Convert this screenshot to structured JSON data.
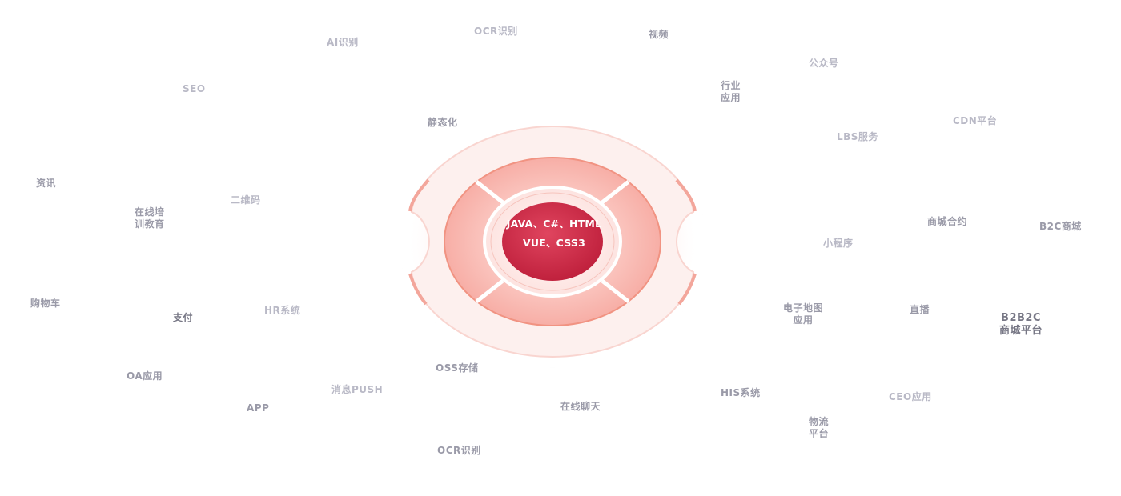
{
  "core": {
    "line1": "JAVA、C#、HTML",
    "line2": "VUE、CSS3"
  },
  "tags": [
    {
      "id": "t1",
      "line1": "OCR识别",
      "line2": ""
    },
    {
      "id": "t2",
      "line1": "AI识别",
      "line2": ""
    },
    {
      "id": "t3",
      "line1": "视频",
      "line2": ""
    },
    {
      "id": "t4",
      "line1": "公众号",
      "line2": ""
    },
    {
      "id": "t5",
      "line1": "SEO",
      "line2": ""
    },
    {
      "id": "t6",
      "line1": "行业",
      "line2": "应用"
    },
    {
      "id": "t7",
      "line1": "CDN平台",
      "line2": ""
    },
    {
      "id": "t8",
      "line1": "静态化",
      "line2": ""
    },
    {
      "id": "t9",
      "line1": "LBS服务",
      "line2": ""
    },
    {
      "id": "t10",
      "line1": "资讯",
      "line2": ""
    },
    {
      "id": "t11",
      "line1": "二维码",
      "line2": ""
    },
    {
      "id": "t12",
      "line1": "在线培",
      "line2": "训教育"
    },
    {
      "id": "t13",
      "line1": "商城合约",
      "line2": ""
    },
    {
      "id": "t14",
      "line1": "B2C商城",
      "line2": ""
    },
    {
      "id": "t15",
      "line1": "小程序",
      "line2": ""
    },
    {
      "id": "t16",
      "line1": "购物车",
      "line2": ""
    },
    {
      "id": "t17",
      "line1": "支付",
      "line2": ""
    },
    {
      "id": "t18",
      "line1": "HR系统",
      "line2": ""
    },
    {
      "id": "t19",
      "line1": "电子地图",
      "line2": "应用"
    },
    {
      "id": "t20",
      "line1": "直播",
      "line2": ""
    },
    {
      "id": "t21",
      "line1": "B2B2C",
      "line2": "商城平台"
    },
    {
      "id": "t22",
      "line1": "OSS存储",
      "line2": ""
    },
    {
      "id": "t23",
      "line1": "OA应用",
      "line2": ""
    },
    {
      "id": "t24",
      "line1": "消息PUSH",
      "line2": ""
    },
    {
      "id": "t25",
      "line1": "HIS系统",
      "line2": ""
    },
    {
      "id": "t26",
      "line1": "CEO应用",
      "line2": ""
    },
    {
      "id": "t27",
      "line1": "APP",
      "line2": ""
    },
    {
      "id": "t28",
      "line1": "在线聊天",
      "line2": ""
    },
    {
      "id": "t29",
      "line1": "物流",
      "line2": "平台"
    },
    {
      "id": "t30",
      "line1": "OCR识别",
      "line2": ""
    }
  ]
}
